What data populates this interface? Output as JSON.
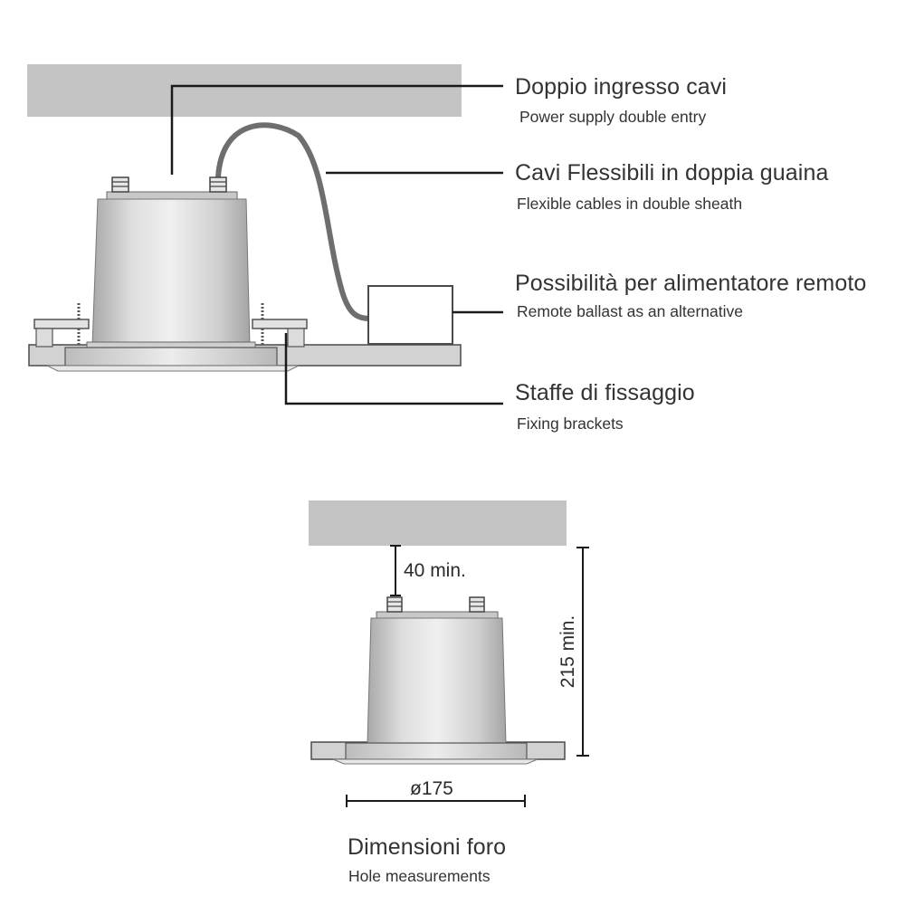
{
  "callouts": [
    {
      "it": "Doppio ingresso cavi",
      "en": "Power supply double entry"
    },
    {
      "it": "Cavi Flessibili in doppia guaina",
      "en": "Flexible cables in double sheath"
    },
    {
      "it": "Possibilità per alimentatore remoto",
      "en": "Remote ballast as an alternative"
    },
    {
      "it": "Staffe di fissaggio",
      "en": "Fixing brackets"
    }
  ],
  "dimensions": {
    "clearance": "40 min.",
    "height": "215 min.",
    "diameter": "ø175"
  },
  "hole": {
    "it": "Dimensioni foro",
    "en": "Hole measurements"
  },
  "colors": {
    "ceiling": "#c4c4c4",
    "body": "#d6d6d6",
    "cable": "#6e6e6e",
    "line": "#1a1a1a"
  }
}
